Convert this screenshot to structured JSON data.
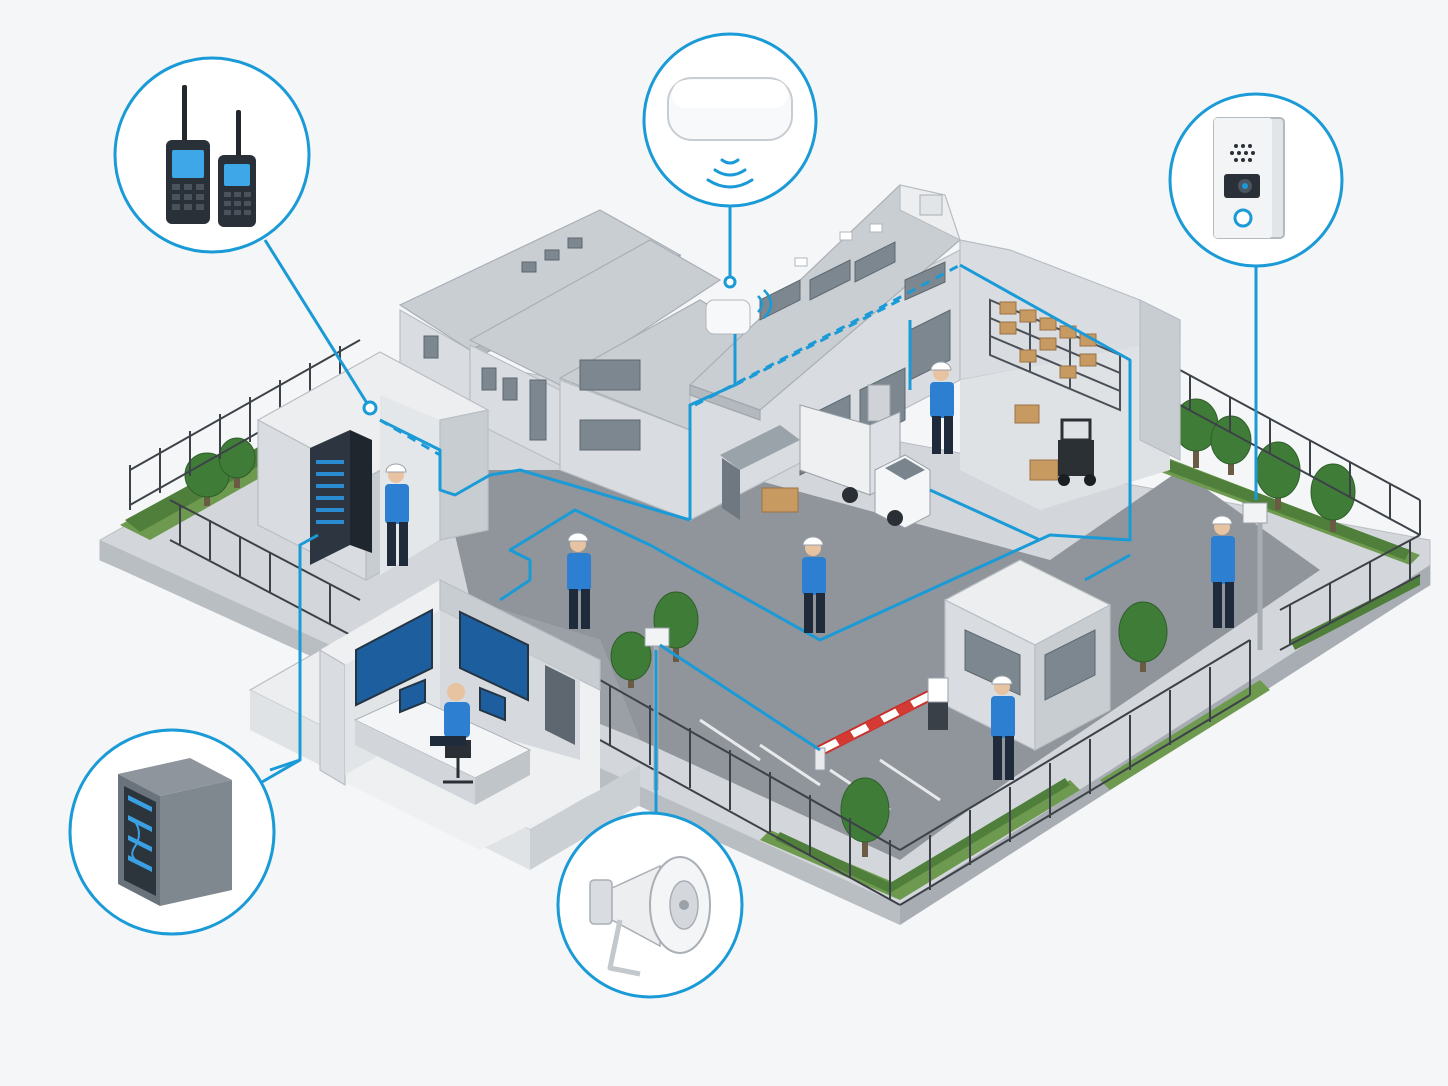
{
  "colors": {
    "accent": "#1a9ad6",
    "vest": "#2c7fd1",
    "background": "#f5f6f7"
  },
  "callouts": [
    {
      "id": "radios",
      "icon": "walkie-talkie-icon"
    },
    {
      "id": "ceiling-ap",
      "icon": "wireless-access-point-icon"
    },
    {
      "id": "intercom",
      "icon": "door-intercom-icon"
    },
    {
      "id": "server-cabinet",
      "icon": "network-cabinet-icon"
    },
    {
      "id": "horn-speaker",
      "icon": "horn-speaker-icon"
    }
  ]
}
